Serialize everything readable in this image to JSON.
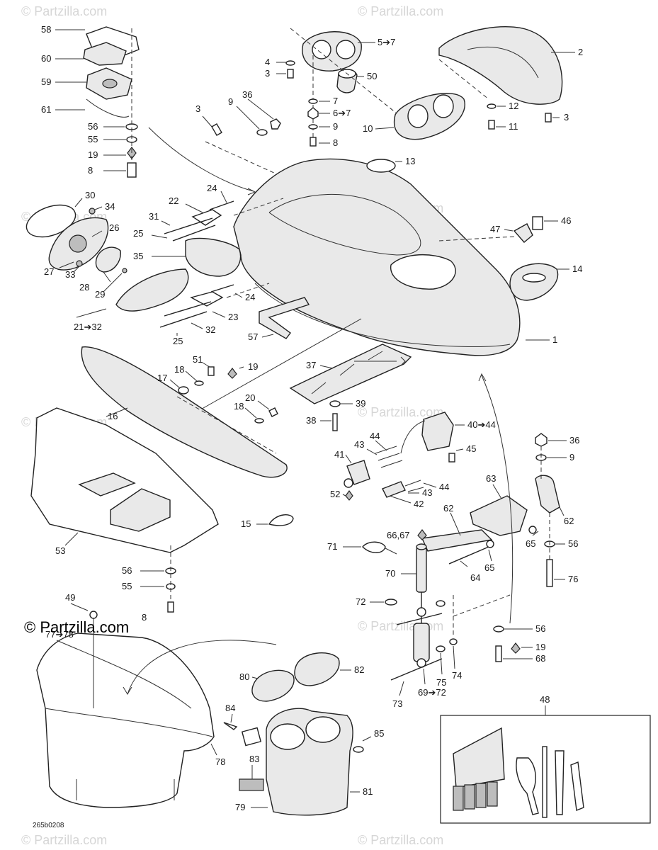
{
  "watermark": "© Partzilla.com",
  "brand": "© Partzilla.com",
  "diagram_code": "265b0208",
  "labels": {
    "p58": "58",
    "p60": "60",
    "p59": "59",
    "p61": "61",
    "p56a": "56",
    "p55a": "55",
    "p19a": "19",
    "p8a": "8",
    "p4": "4",
    "p3a": "3",
    "p5": "5➔7",
    "p50": "50",
    "p7": "7",
    "p6": "6➔7",
    "p9a": "9",
    "p8b": "8",
    "p10": "10",
    "p2": "2",
    "p12": "12",
    "p11": "11",
    "p3c": "3",
    "p36a": "36",
    "p9b": "9",
    "p3b": "3",
    "p13": "13",
    "p24a": "24",
    "p22": "22",
    "p30": "30",
    "p34": "34",
    "p31": "31",
    "p26": "26",
    "p25a": "25",
    "p35": "35",
    "p27": "27",
    "p33": "33",
    "p28": "28",
    "p29": "29",
    "p24b": "24",
    "p23": "23",
    "p32": "32",
    "p21": "21➔32",
    "p25b": "25",
    "p57": "57",
    "p47": "47",
    "p46": "46",
    "p14": "14",
    "p1": "1",
    "p37": "37",
    "p51": "51",
    "p18a": "18",
    "p19b": "19",
    "p17": "17",
    "p16": "16",
    "p20": "20",
    "p18b": "18",
    "p39": "39",
    "p38": "38",
    "p44a": "44",
    "p43a": "43",
    "p40": "40➔44",
    "p45": "45",
    "p41": "41",
    "p44b": "44",
    "p52": "52",
    "p43b": "43",
    "p42": "42",
    "p36b": "36",
    "p9c": "9",
    "p63": "63",
    "p62a": "62",
    "p62b": "62",
    "p66": "66,67",
    "p65a": "65",
    "p56b": "56",
    "p15": "15",
    "p71": "71",
    "p65b": "65",
    "p64": "64",
    "p70": "70",
    "p76": "76",
    "p53": "53",
    "p56c": "56",
    "p55b": "55",
    "p8c": "8",
    "p72a": "72",
    "p49": "49",
    "p77": "77➔78",
    "p56d": "56",
    "p19c": "19",
    "p68": "68",
    "p80": "80",
    "p82": "82",
    "p75": "75",
    "p74": "74",
    "p73": "73",
    "p69": "69➔72",
    "p48": "48",
    "p84": "84",
    "p85": "85",
    "p78": "78",
    "p83": "83",
    "p81": "81",
    "p79": "79"
  }
}
